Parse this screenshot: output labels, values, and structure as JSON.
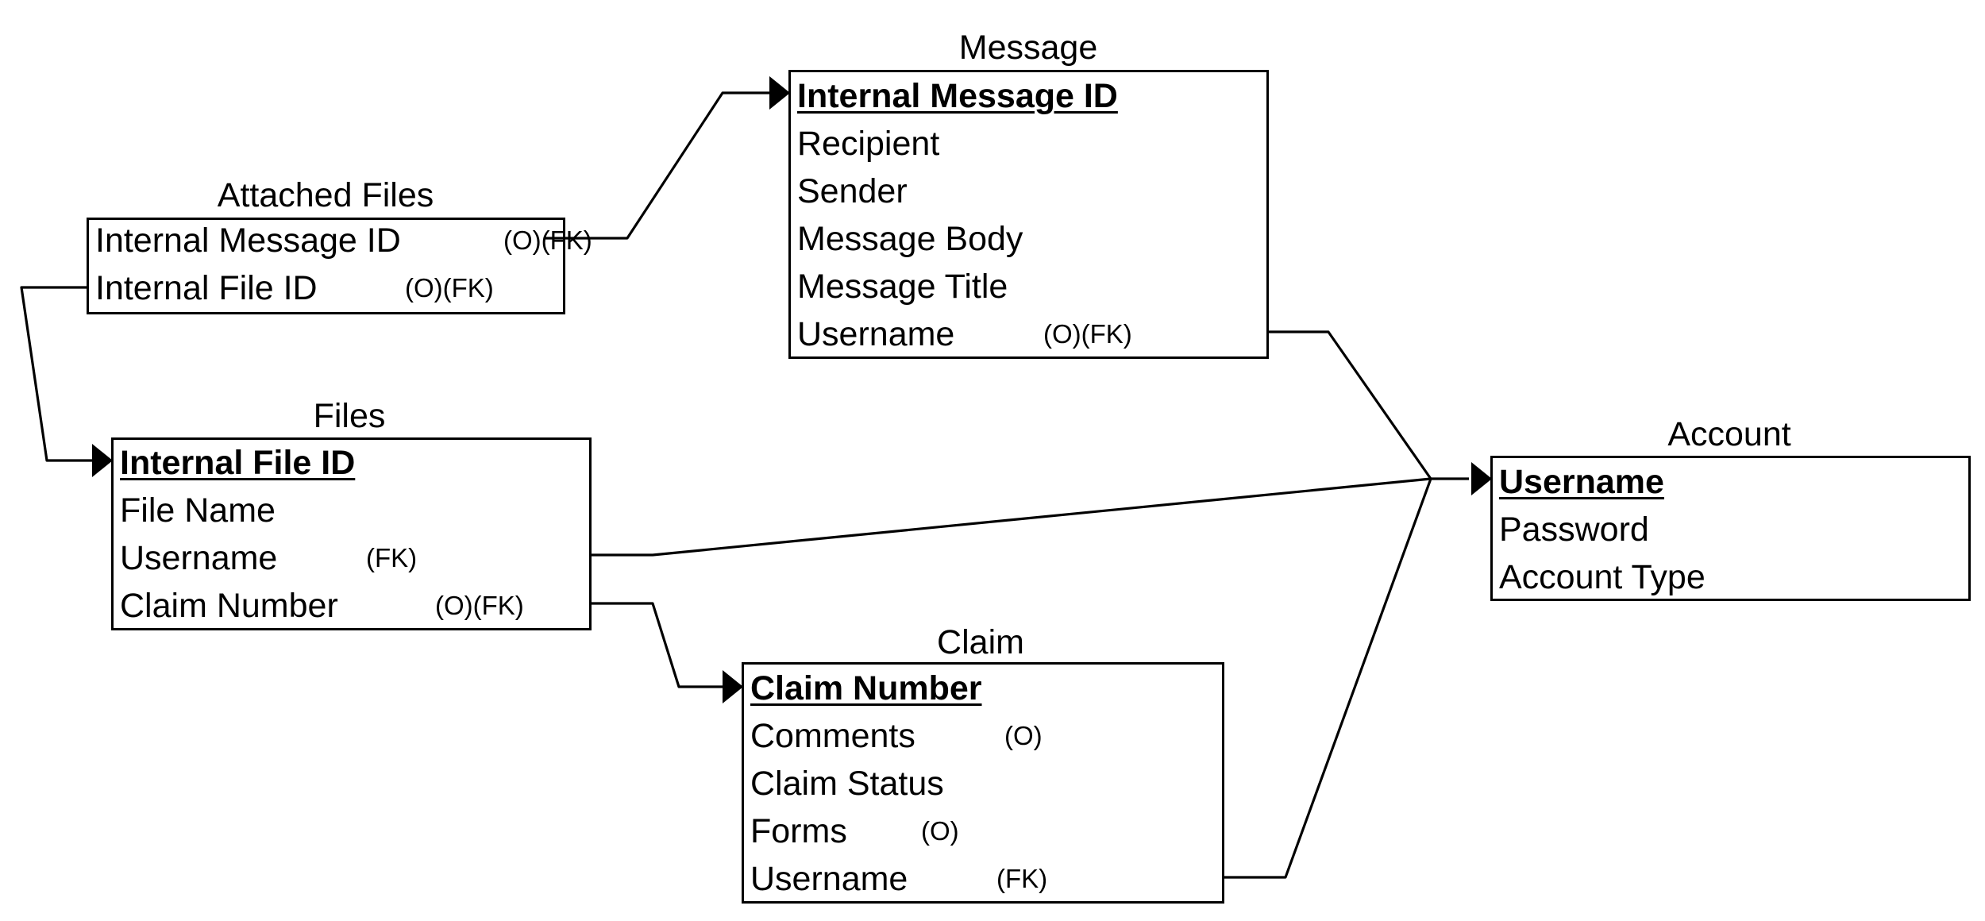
{
  "entities": {
    "message": {
      "title": "Message",
      "fields": [
        "Internal Message ID",
        "Recipient",
        "Sender",
        "Message Body",
        "Message Title",
        "Username"
      ],
      "username_tag": "(O)(FK)"
    },
    "attached_files": {
      "title": "Attached Files",
      "fields": [
        "Internal Message ID",
        "Internal File ID"
      ],
      "tags": [
        "(O)(FK)",
        "(O)(FK)"
      ]
    },
    "files": {
      "title": "Files",
      "fields": [
        "Internal File ID",
        "File Name",
        "Username",
        "Claim Number"
      ],
      "tags": [
        "(FK)",
        "(O)(FK)"
      ]
    },
    "claim": {
      "title": "Claim",
      "fields": [
        "Claim Number",
        "Comments",
        "Claim Status",
        "Forms",
        "Username"
      ],
      "tags": [
        "(O)",
        "(O)",
        "(FK)"
      ]
    },
    "account": {
      "title": "Account",
      "fields": [
        "Username",
        "Password",
        "Account Type"
      ]
    }
  },
  "relationships": [
    {
      "from": "Attached Files.Internal Message ID",
      "to": "Message.Internal Message ID"
    },
    {
      "from": "Attached Files.Internal File ID",
      "to": "Files.Internal File ID"
    },
    {
      "from": "Files.Claim Number",
      "to": "Claim.Claim Number"
    },
    {
      "from": "Message.Username",
      "to": "Account.Username"
    },
    {
      "from": "Files.Username",
      "to": "Account.Username"
    },
    {
      "from": "Claim.Username",
      "to": "Account.Username"
    }
  ],
  "colors": {
    "line": "#000000",
    "background": "#ffffff"
  }
}
